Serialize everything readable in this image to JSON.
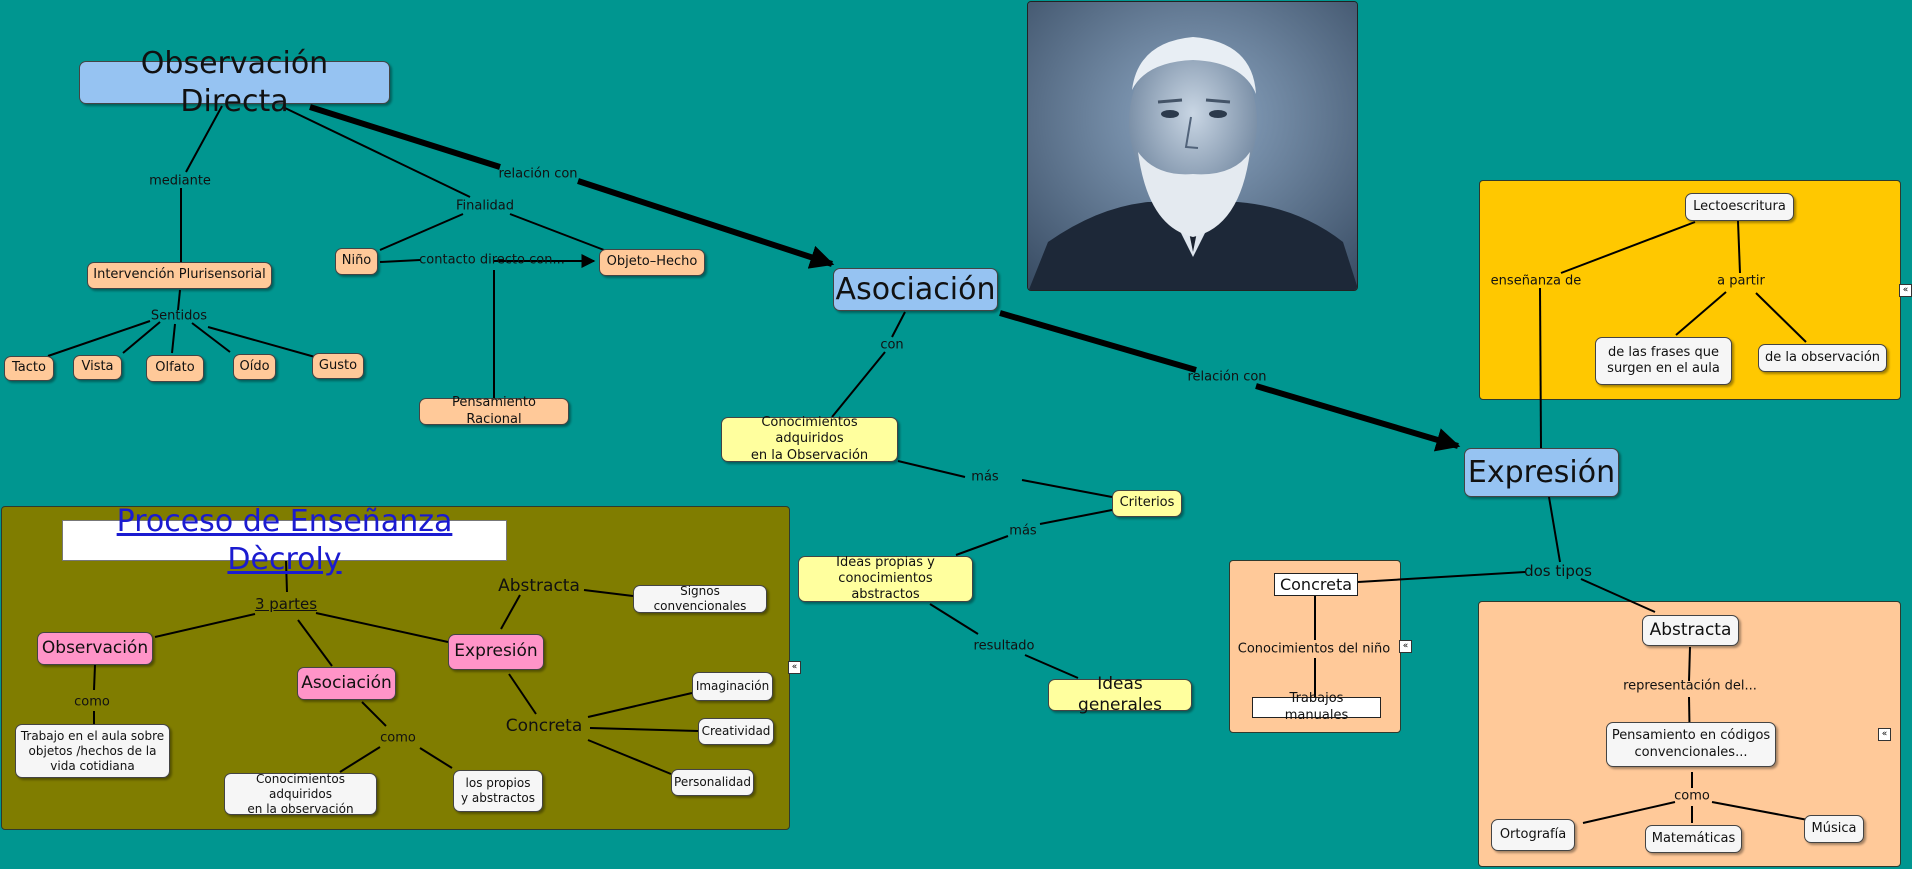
{
  "map": {
    "background": "#009690",
    "group_colors": {
      "olive": "#807d00",
      "gold": "#ffc800",
      "peach": "#ffc999"
    },
    "nodes": {
      "obs_directa": "Observación Directa",
      "intervencion": "Intervención Plurisensorial",
      "tacto": "Tacto",
      "vista": "Vista",
      "olfato": "Olfato",
      "oido": "Oído",
      "gusto": "Gusto",
      "nino": "Niño",
      "objeto_hecho": "Objeto–Hecho",
      "pensamiento_racional": "Pensamiento Racional",
      "asociacion": "Asociación",
      "conocimientos_obs": "Conocimientos adquiridos\nen la Observación",
      "criterios": "Criterios",
      "ideas_propias": "Ideas propias y\nconocimientos abstractos",
      "ideas_generales": "Ideas generales",
      "expresion": "Expresión",
      "lectoescritura": "Lectoescritura",
      "frases": "de las frases que\nsurgen en el aula",
      "de_la_observacion": "de la observación",
      "concreta_box": "Concreta",
      "trabajos_manuales": "Trabajos manuales",
      "abstracta_box": "Abstracta",
      "pensamiento_codigos": "Pensamiento en códigos\nconvencionales...",
      "ortografia": "Ortografía",
      "matematicas": "Matemáticas",
      "musica": "Música",
      "proceso_title": "Proceso de Enseñanza Dècroly",
      "observacion_p": "Observación",
      "asociacion_p": "Asociación",
      "expresion_p": "Expresión",
      "trabajo_aula": "Trabajo en el aula sobre\nobjetos /hechos de la\nvida cotidiana",
      "conocimientos_p": "Conocimientos adquiridos\nen la observación",
      "propios": "los propios\ny abstractos",
      "signos": "Signos convencionales",
      "imaginacion": "Imaginación",
      "creatividad": "Creatividad",
      "personalidad": "Personalidad"
    },
    "labels": {
      "mediante": "mediante",
      "sentidos": "Sentidos",
      "relacion_con_1": "relación con",
      "finalidad": "Finalidad",
      "contacto": "contacto directo con...",
      "con": "con",
      "mas_1": "más",
      "mas_2": "más",
      "resultado": "resultado",
      "relacion_con_2": "relación con",
      "ensenanza_de": "enseñanza de",
      "a_partir": "a partir",
      "dos_tipos": "dos tipos",
      "conocimientos_nino": "Conocimientos del niño",
      "representacion": "representación del...",
      "como_r": "como",
      "tres_partes": "3 partes",
      "como_1": "como",
      "como_2": "como",
      "abstracta_p": "Abstracta",
      "concreta_p": "Concreta"
    },
    "collapse_glyph": "«",
    "photo_icon": "portrait-photo-icon"
  }
}
